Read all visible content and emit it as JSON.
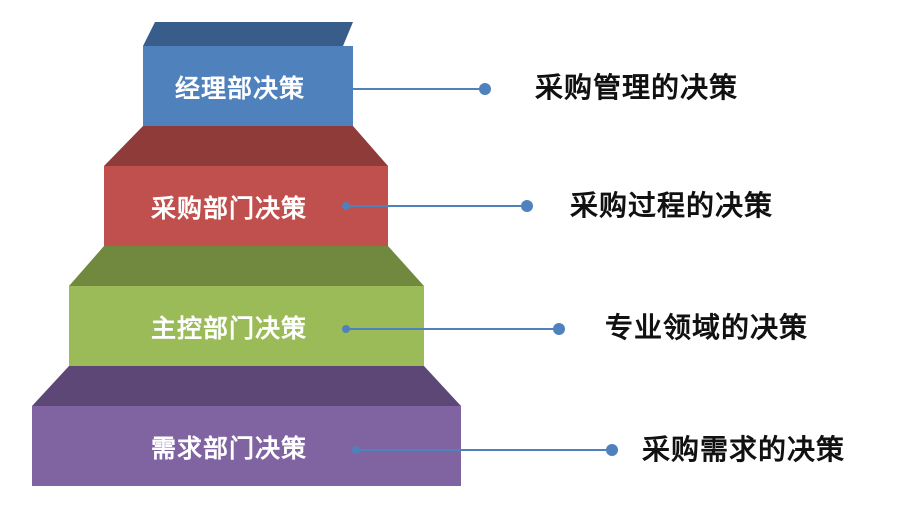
{
  "tiers": [
    {
      "label": "经理部决策",
      "decision": "采购管理的决策",
      "front_color": "#4f81bd",
      "top_color": "#385d8a"
    },
    {
      "label": "采购部门决策",
      "decision": "采购过程的决策",
      "front_color": "#c0504d",
      "top_color": "#8e3b39"
    },
    {
      "label": "主控部门决策",
      "decision": "专业领域的决策",
      "front_color": "#9bbb59",
      "top_color": "#71893f"
    },
    {
      "label": "需求部门决策",
      "decision": "采购需求的决策",
      "front_color": "#8064a2",
      "top_color": "#5d4776"
    }
  ],
  "connector_color": "#4f81bd"
}
